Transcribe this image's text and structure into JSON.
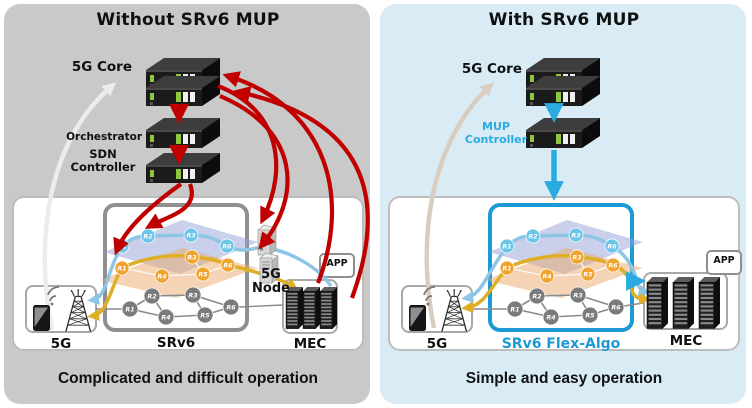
{
  "left": {
    "title": "Without SRv6 MUP",
    "caption": "Complicated and difficult operation",
    "labels": {
      "core": "5G Core",
      "orchestrator": "Orchestrator",
      "sdn_line1": "SDN",
      "sdn_line2": "Controller",
      "fiveg": "5G",
      "srv6": "SRv6",
      "node_line1": "5G",
      "node_line2": "Node",
      "app": "APP",
      "mec": "MEC"
    }
  },
  "right": {
    "title": "With SRv6 MUP",
    "caption": "Simple and easy operation",
    "labels": {
      "core": "5G Core",
      "mup_line1": "MUP",
      "mup_line2": "Controller",
      "fiveg": "5G",
      "flexalgo": "SRv6 Flex-Algo",
      "app": "APP",
      "mec": "MEC"
    }
  },
  "topology": {
    "blue": [
      "R1",
      "R2",
      "R3",
      "R6"
    ],
    "orange": [
      "R1",
      "R3",
      "R4",
      "R5",
      "R6"
    ],
    "gray": [
      "R1",
      "R2",
      "R3",
      "R4",
      "R5",
      "R6"
    ],
    "gray_edges": [
      [
        "R1",
        "R2"
      ],
      [
        "R1",
        "R4"
      ],
      [
        "R2",
        "R3"
      ],
      [
        "R2",
        "R4"
      ],
      [
        "R3",
        "R5"
      ],
      [
        "R3",
        "R6"
      ],
      [
        "R4",
        "R5"
      ],
      [
        "R5",
        "R6"
      ]
    ],
    "blue_path": [
      "R1",
      "R2",
      "R3",
      "R6"
    ],
    "orange_path": [
      "R1",
      "R3",
      "R6"
    ]
  },
  "icons": {
    "server": "rack-mount-server",
    "tower_server": "tower-server",
    "mec_rack": "server-rack",
    "phone": "smartphone",
    "cell_tower": "antenna-tower",
    "wifi": "wifi-waves"
  },
  "colors": {
    "red_arrow": "#c00000",
    "cyan_arrow": "#29abe2",
    "flexalgo_blue": "#1b9ad6",
    "left_panel_bg": "#c9c9c9",
    "right_panel_bg": "#d9ecf6",
    "blue_node": "#6cc4e8",
    "orange_node": "#f0a32e",
    "gray_node": "#7b7b7b",
    "blue_path": "#8cc5e5",
    "yellow_path": "#dfae25"
  }
}
